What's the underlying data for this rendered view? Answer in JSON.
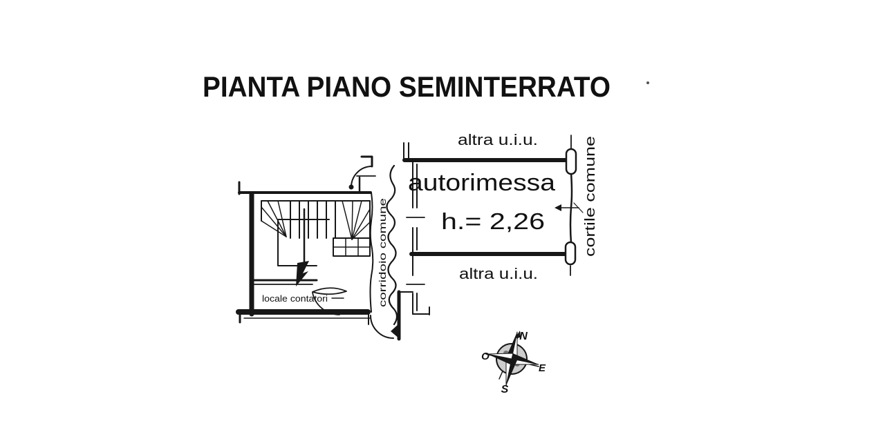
{
  "document": {
    "title": "PIANTA PIANO SEMINTERRATO"
  },
  "plan": {
    "garage": {
      "name": "autorimessa",
      "height_note": "h.= 2,26"
    },
    "adjacent_unit_top": "altra u.i.u.",
    "adjacent_unit_bottom": "altra u.i.u.",
    "courtyard_label": "cortile comune",
    "corridor_label": "corridoio comune",
    "meter_room_label": "locale contatori"
  },
  "compass": {
    "north": "N",
    "west": "O",
    "east": "E",
    "south": "S"
  },
  "colors": {
    "ink": "#1c1c1c",
    "paper": "#ffffff"
  }
}
